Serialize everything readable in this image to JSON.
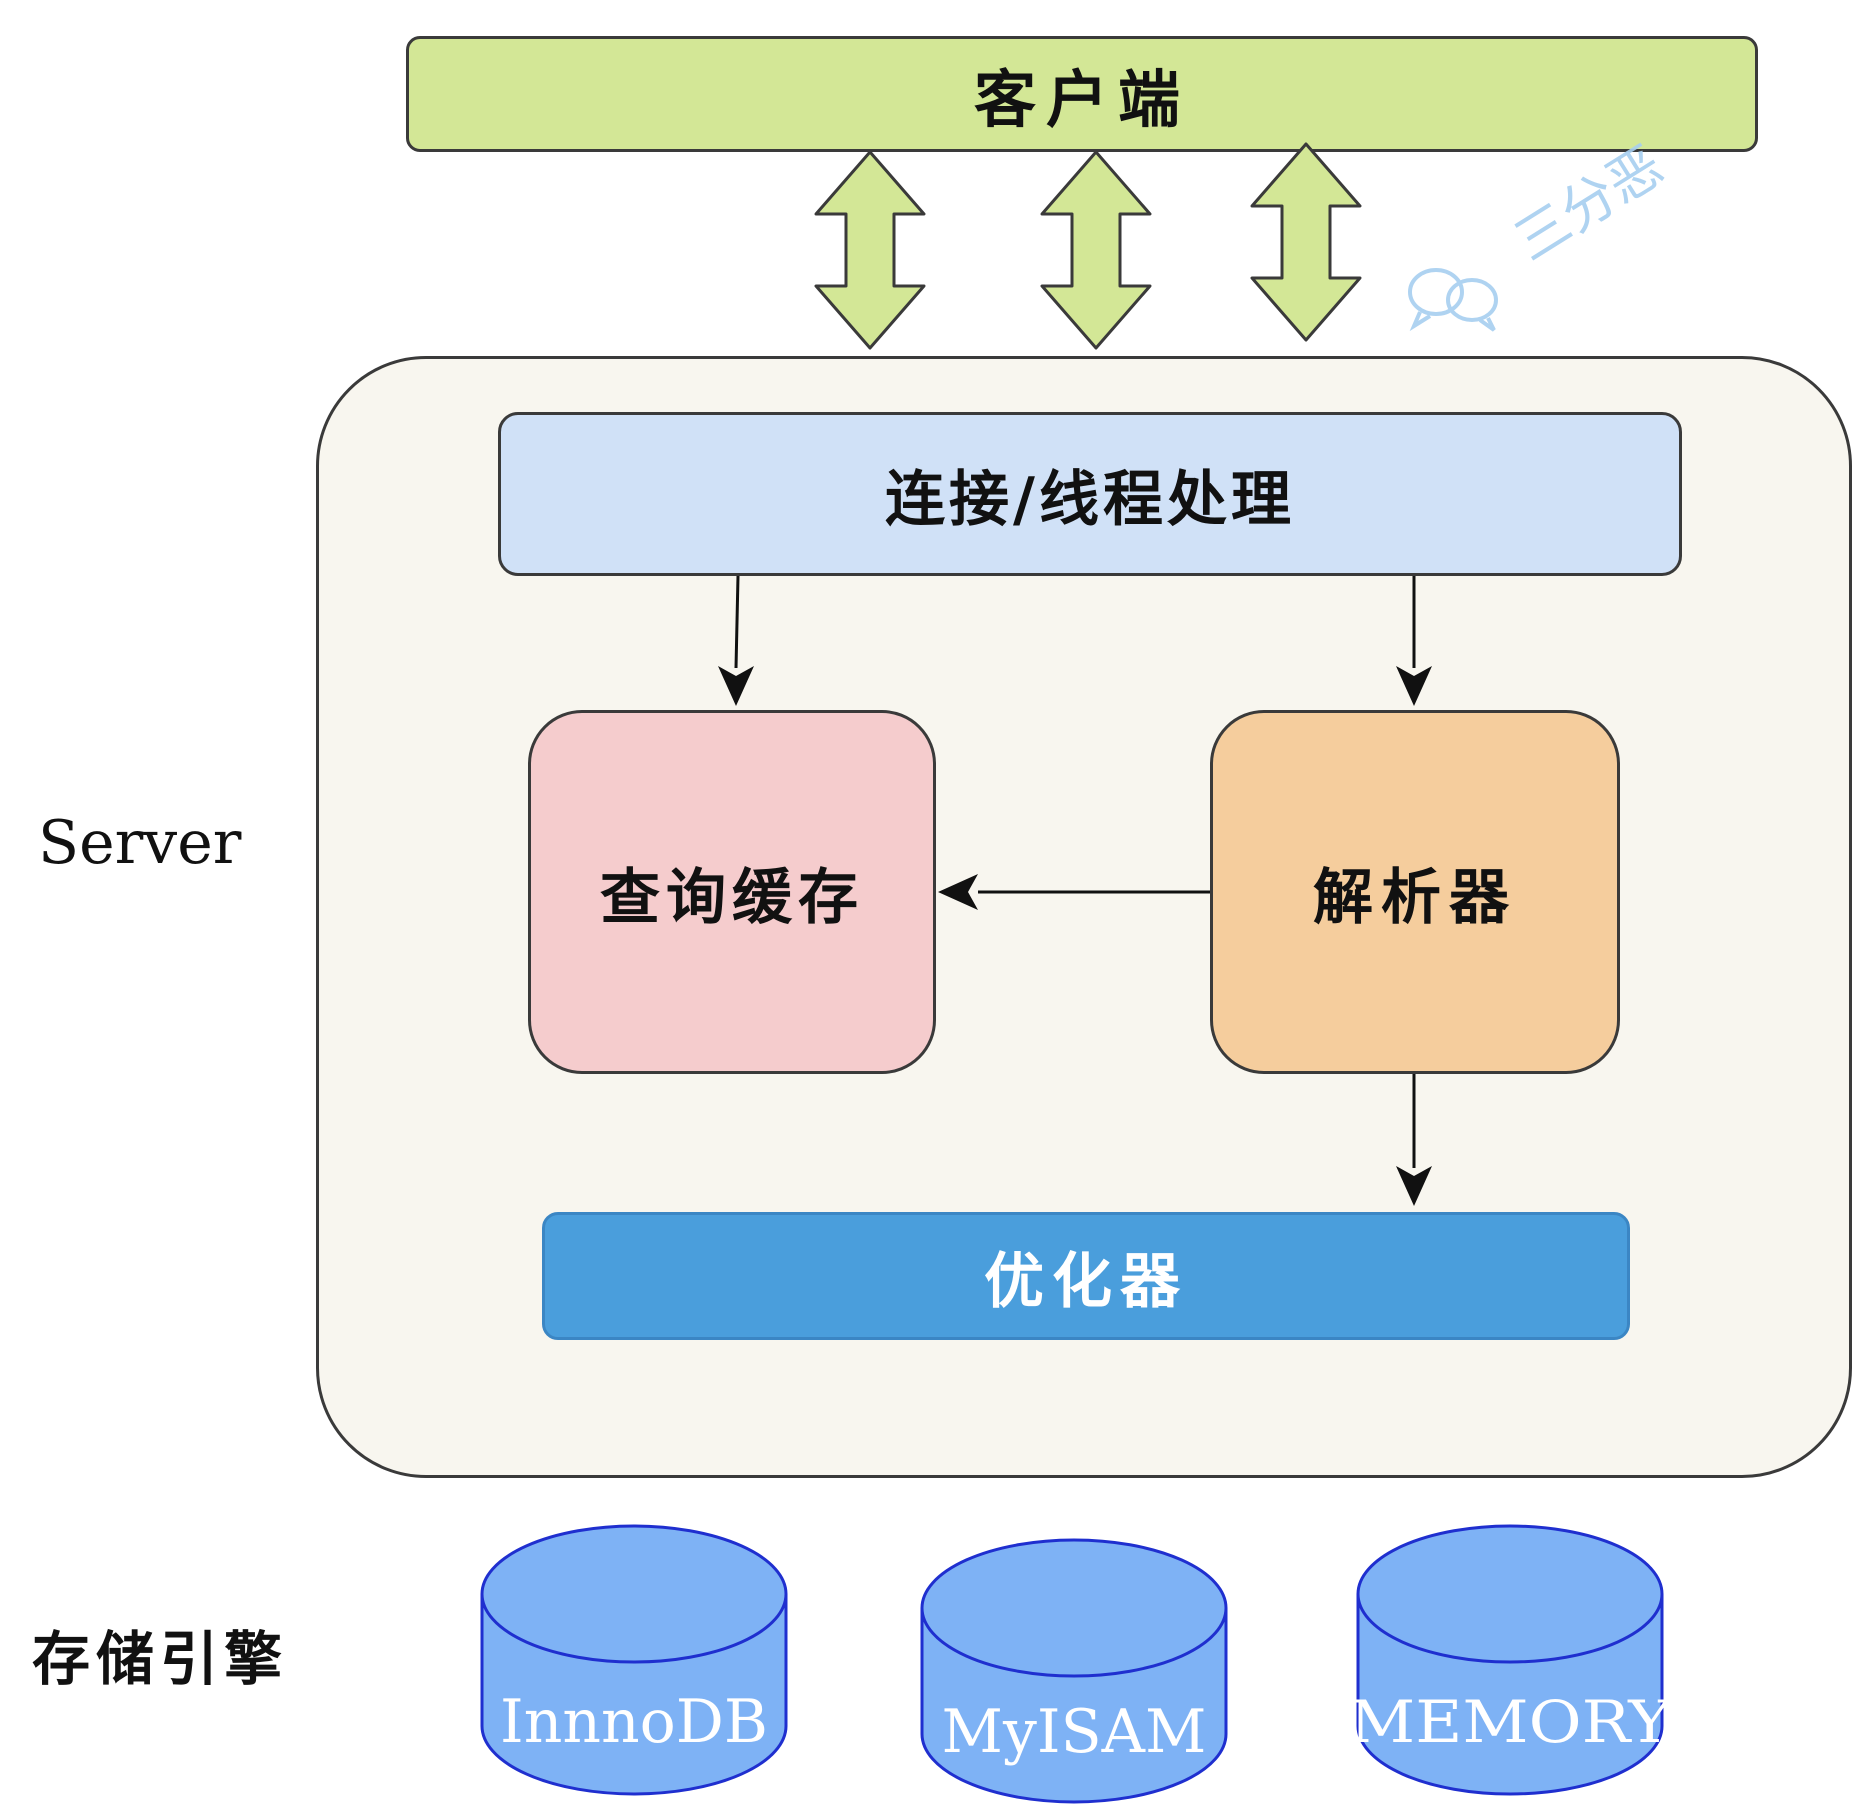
{
  "nodes": {
    "client": "客户端",
    "connection": "连接/线程处理",
    "query_cache": "查询缓存",
    "parser": "解析器",
    "optimizer": "优化器"
  },
  "layers": {
    "server": "Server",
    "storage_engine": "存储引擎"
  },
  "engines": [
    "InnnoDB",
    "MyISAM",
    "MEMORY"
  ],
  "watermark": "三分恶",
  "colors": {
    "client": "#d3e796",
    "container": "#f8f6ef",
    "connection": "#d0e1f7",
    "query_cache": "#f5cccd",
    "parser": "#f5cd9d",
    "optimizer": "#4a9edc",
    "engine": "#7eb2f5",
    "engine_stroke": "#1f2fcf",
    "double_arrow": "#d3e796",
    "watermark": "#a7cff0"
  },
  "edges": [
    {
      "from": "connection",
      "to": "query_cache"
    },
    {
      "from": "connection",
      "to": "parser"
    },
    {
      "from": "parser",
      "to": "query_cache"
    },
    {
      "from": "parser",
      "to": "optimizer"
    }
  ],
  "icons": {
    "watermark_icon": "wechat-icon",
    "double_arrow": "double-arrow-icon"
  }
}
